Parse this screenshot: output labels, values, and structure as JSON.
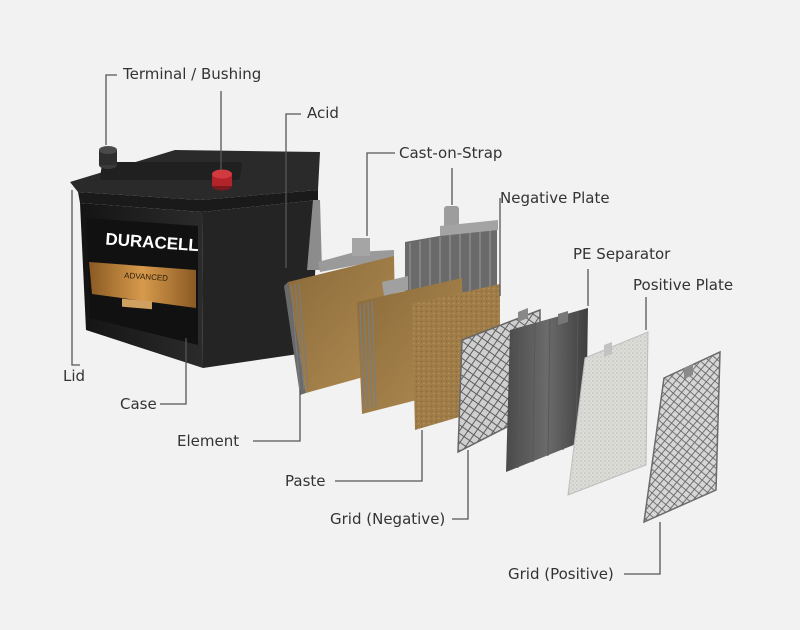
{
  "battery": {
    "brand": "DURACELL",
    "model": "ADVANCED"
  },
  "labels": {
    "terminal_bushing": "Terminal / Bushing",
    "acid": "Acid",
    "cast_on_strap": "Cast-on-Strap",
    "negative_plate": "Negative Plate",
    "pe_separator": "PE Separator",
    "positive_plate": "Positive Plate",
    "lid": "Lid",
    "case": "Case",
    "element": "Element",
    "paste": "Paste",
    "grid_negative": "Grid (Negative)",
    "grid_positive": "Grid (Positive)"
  },
  "colors": {
    "background": "#f2f2f2",
    "leader_line": "#555555",
    "label_text": "#333333",
    "case_body": "#1c1c1c",
    "brand_gold": "#c8893a",
    "terminal_red": "#b3232a",
    "paste_brown": "#9b7a45",
    "grid_gray": "#6e6e6e"
  }
}
